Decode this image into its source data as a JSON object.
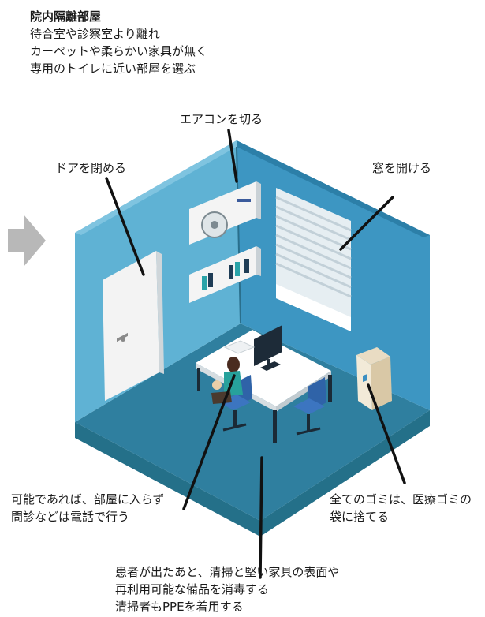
{
  "header": {
    "title": "院内隔離部屋",
    "lines": [
      "待合室や診察室より離れ",
      "カーペットや柔らかい家具が無く",
      "専用のトイレに近い部屋を選ぶ"
    ]
  },
  "labels": {
    "aircon": "エアコンを切る",
    "door": "ドアを閉める",
    "window": "窓を開ける",
    "phone": [
      "可能であれば、部屋に入らず",
      "問診などは電話で行う"
    ],
    "trash": [
      "全てのゴミは、医療ゴミの",
      "袋に捨てる"
    ],
    "clean": [
      "患者が出たあと、清掃と堅い家具の表面や",
      "再利用可能な備品を消毒する",
      "清掃者もPPEを着用する"
    ]
  },
  "colors": {
    "wall_left": "#5fb2d4",
    "wall_right": "#3d96c2",
    "floor": "#2f7f9f",
    "accent": "#2a6f8c"
  },
  "icons": {
    "arrow": "arrow-right-icon"
  }
}
